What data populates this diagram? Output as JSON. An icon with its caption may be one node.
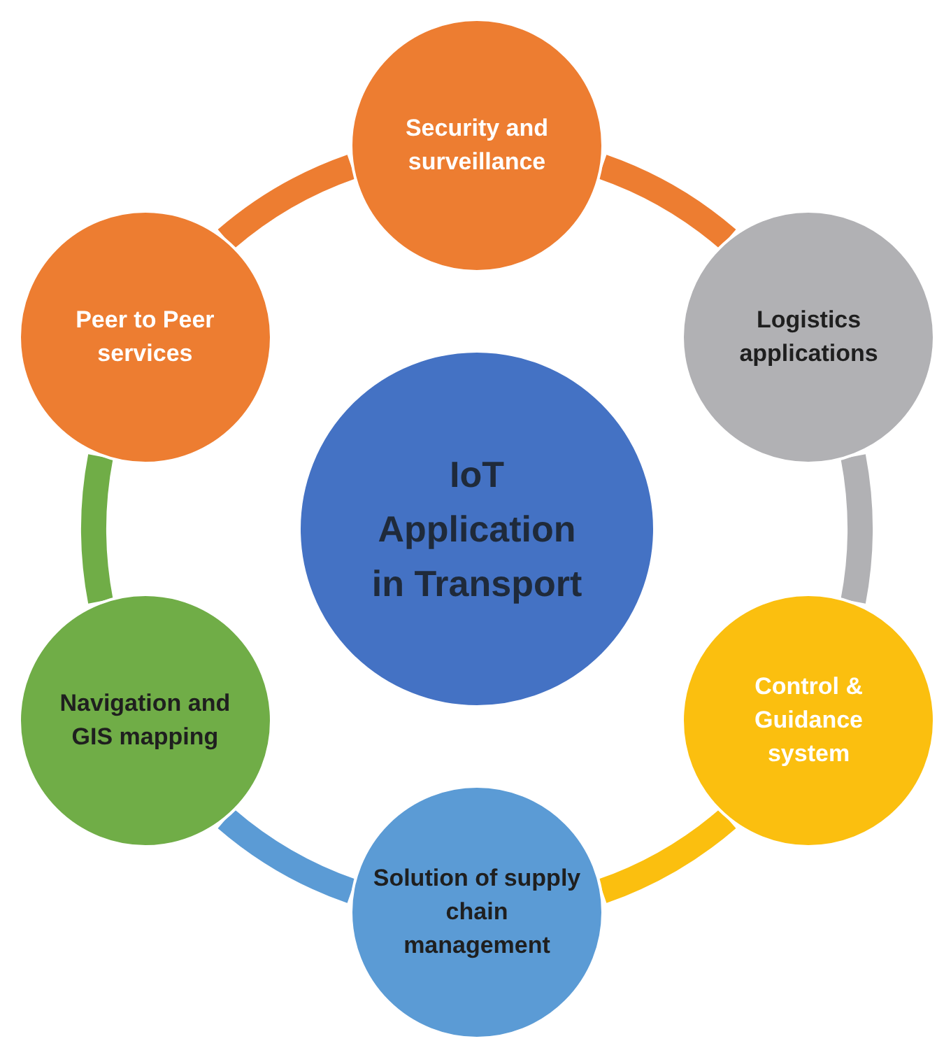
{
  "diagram": {
    "nodes": [
      {
        "text": [
          "IoT Application in Transport"
        ]
      },
      {
        "text": [
          "Security and surveillance"
        ]
      },
      {
        "text": [
          "Logistics applications"
        ]
      },
      {
        "text": [
          "Control & Guidance system"
        ]
      },
      {
        "text": [
          "Solution of supply chain management"
        ]
      },
      {
        "text": [
          "Navigation and GIS mapping"
        ]
      },
      {
        "text": [
          "Peer to Peer services"
        ]
      }
    ],
    "edges": [
      {
        "from": 1,
        "to": 2,
        "arrow": "none",
        "color": "#ed7d31"
      },
      {
        "from": 2,
        "to": 3,
        "arrow": "none",
        "color": "#b1b1b4"
      },
      {
        "from": 3,
        "to": 4,
        "arrow": "none",
        "color": "#fbbf0f"
      },
      {
        "from": 4,
        "to": 5,
        "arrow": "none",
        "color": "#5b9bd5"
      },
      {
        "from": 5,
        "to": 6,
        "arrow": "none",
        "color": "#70ad47"
      },
      {
        "from": 6,
        "to": 1,
        "arrow": "none",
        "color": "#ed7d31"
      }
    ]
  }
}
